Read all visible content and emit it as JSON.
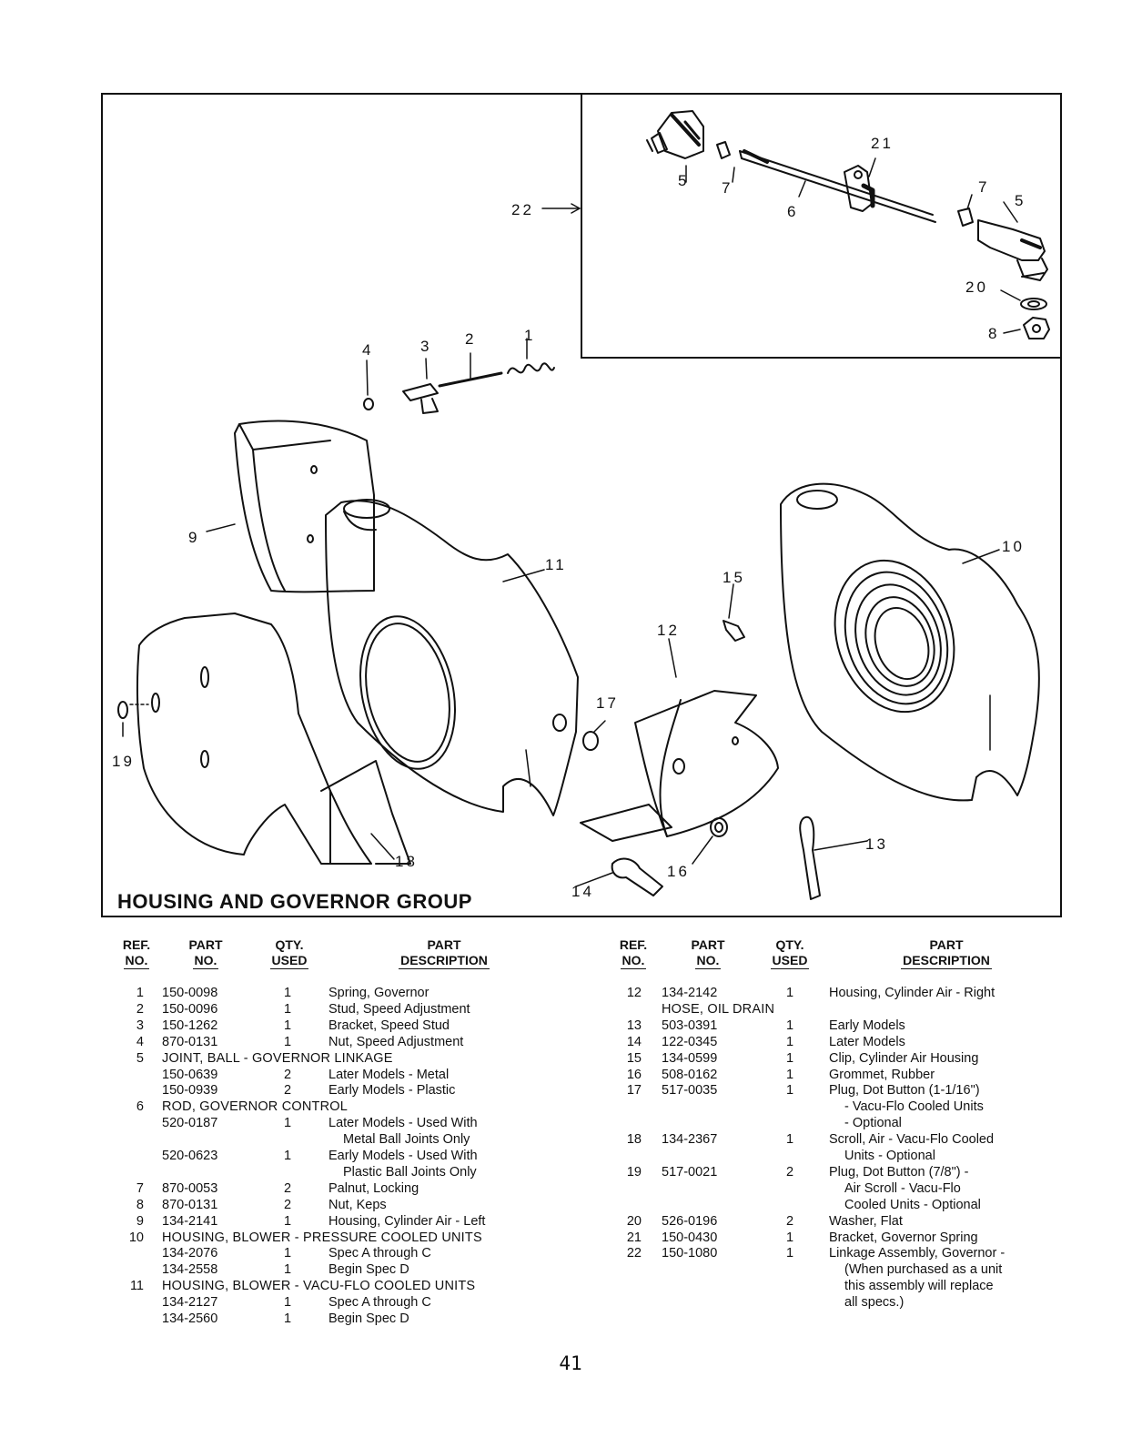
{
  "diagram": {
    "title": "HOUSING AND GOVERNOR GROUP",
    "callouts": [
      {
        "label": "1",
        "name": "callout-1"
      },
      {
        "label": "2",
        "name": "callout-2"
      },
      {
        "label": "3",
        "name": "callout-3"
      },
      {
        "label": "4",
        "name": "callout-4"
      },
      {
        "label": "5",
        "name": "callout-5-left"
      },
      {
        "label": "7",
        "name": "callout-7-left"
      },
      {
        "label": "6",
        "name": "callout-6"
      },
      {
        "label": "21",
        "name": "callout-21"
      },
      {
        "label": "7",
        "name": "callout-7-right"
      },
      {
        "label": "5",
        "name": "callout-5-right"
      },
      {
        "label": "20",
        "name": "callout-20"
      },
      {
        "label": "8",
        "name": "callout-8"
      },
      {
        "label": "22",
        "name": "callout-22"
      },
      {
        "label": "9",
        "name": "callout-9"
      },
      {
        "label": "11",
        "name": "callout-11"
      },
      {
        "label": "10",
        "name": "callout-10"
      },
      {
        "label": "15",
        "name": "callout-15"
      },
      {
        "label": "12",
        "name": "callout-12"
      },
      {
        "label": "17",
        "name": "callout-17"
      },
      {
        "label": "19",
        "name": "callout-19"
      },
      {
        "label": "18",
        "name": "callout-18"
      },
      {
        "label": "16",
        "name": "callout-16"
      },
      {
        "label": "14",
        "name": "callout-14"
      },
      {
        "label": "13",
        "name": "callout-13"
      }
    ]
  },
  "parts_headers": {
    "ref": [
      "REF.",
      "NO."
    ],
    "part": [
      "PART",
      "NO."
    ],
    "qty": [
      "QTY.",
      "USED"
    ],
    "desc": [
      "PART",
      "DESCRIPTION"
    ]
  },
  "parts_left": [
    {
      "ref": "1",
      "part": "150-0098",
      "qty": "1",
      "desc": "Spring, Governor"
    },
    {
      "ref": "2",
      "part": "150-0096",
      "qty": "1",
      "desc": "Stud, Speed Adjustment"
    },
    {
      "ref": "3",
      "part": "150-1262",
      "qty": "1",
      "desc": "Bracket, Speed Stud"
    },
    {
      "ref": "4",
      "part": "870-0131",
      "qty": "1",
      "desc": "Nut, Speed Adjustment"
    },
    {
      "ref": "5",
      "full": "JOINT, BALL - GOVERNOR LINKAGE"
    },
    {
      "ref": "",
      "part": "150-0639",
      "qty": "2",
      "desc": "Later Models - Metal"
    },
    {
      "ref": "",
      "part": "150-0939",
      "qty": "2",
      "desc": "Early Models - Plastic"
    },
    {
      "ref": "6",
      "full": "ROD, GOVERNOR CONTROL"
    },
    {
      "ref": "",
      "part": "520-0187",
      "qty": "1",
      "desc": "Later Models - Used With"
    },
    {
      "ref": "",
      "part": "",
      "qty": "",
      "desc": "Metal Ball Joints Only",
      "indent": true
    },
    {
      "ref": "",
      "part": "520-0623",
      "qty": "1",
      "desc": "Early Models - Used With"
    },
    {
      "ref": "",
      "part": "",
      "qty": "",
      "desc": "Plastic Ball Joints Only",
      "indent": true
    },
    {
      "ref": "7",
      "part": "870-0053",
      "qty": "2",
      "desc": "Palnut, Locking"
    },
    {
      "ref": "8",
      "part": "870-0131",
      "qty": "2",
      "desc": "Nut, Keps"
    },
    {
      "ref": "9",
      "part": "134-2141",
      "qty": "1",
      "desc": "Housing, Cylinder Air - Left"
    },
    {
      "ref": "10",
      "full": "HOUSING, BLOWER - PRESSURE COOLED UNITS"
    },
    {
      "ref": "",
      "part": "134-2076",
      "qty": "1",
      "desc": "Spec A through C"
    },
    {
      "ref": "",
      "part": "134-2558",
      "qty": "1",
      "desc": "Begin Spec D"
    },
    {
      "ref": "11",
      "full": "HOUSING, BLOWER - VACU-FLO COOLED UNITS"
    },
    {
      "ref": "",
      "part": "134-2127",
      "qty": "1",
      "desc": "Spec A through C"
    },
    {
      "ref": "",
      "part": "134-2560",
      "qty": "1",
      "desc": "Begin Spec D"
    }
  ],
  "parts_right": [
    {
      "ref": "12",
      "part": "134-2142",
      "qty": "1",
      "desc": "Housing, Cylinder Air - Right"
    },
    {
      "ref": "",
      "full": "HOSE, OIL DRAIN"
    },
    {
      "ref": "13",
      "part": "503-0391",
      "qty": "1",
      "desc": "Early Models"
    },
    {
      "ref": "14",
      "part": "122-0345",
      "qty": "1",
      "desc": "Later Models"
    },
    {
      "ref": "15",
      "part": "134-0599",
      "qty": "1",
      "desc": "Clip, Cylinder Air Housing"
    },
    {
      "ref": "16",
      "part": "508-0162",
      "qty": "1",
      "desc": "Grommet, Rubber"
    },
    {
      "ref": "17",
      "part": "517-0035",
      "qty": "1",
      "desc": "Plug, Dot Button (1-1/16\")"
    },
    {
      "ref": "",
      "part": "",
      "qty": "",
      "desc": "- Vacu-Flo Cooled Units",
      "indent": true
    },
    {
      "ref": "",
      "part": "",
      "qty": "",
      "desc": "- Optional",
      "indent": true
    },
    {
      "ref": "18",
      "part": "134-2367",
      "qty": "1",
      "desc": "Scroll, Air - Vacu-Flo Cooled"
    },
    {
      "ref": "",
      "part": "",
      "qty": "",
      "desc": "Units - Optional",
      "indent": true
    },
    {
      "ref": "19",
      "part": "517-0021",
      "qty": "2",
      "desc": "Plug, Dot Button (7/8\") -"
    },
    {
      "ref": "",
      "part": "",
      "qty": "",
      "desc": "Air Scroll - Vacu-Flo",
      "indent": true
    },
    {
      "ref": "",
      "part": "",
      "qty": "",
      "desc": "Cooled Units - Optional",
      "indent": true
    },
    {
      "ref": "20",
      "part": "526-0196",
      "qty": "2",
      "desc": "Washer, Flat"
    },
    {
      "ref": "21",
      "part": "150-0430",
      "qty": "1",
      "desc": "Bracket, Governor Spring"
    },
    {
      "ref": "22",
      "part": "150-1080",
      "qty": "1",
      "desc": "Linkage Assembly, Governor -"
    },
    {
      "ref": "",
      "part": "",
      "qty": "",
      "desc": "(When purchased as a unit",
      "indent": true
    },
    {
      "ref": "",
      "part": "",
      "qty": "",
      "desc": "this assembly will replace",
      "indent": true
    },
    {
      "ref": "",
      "part": "",
      "qty": "",
      "desc": "all specs.)",
      "indent": true
    }
  ],
  "page_number": "41"
}
